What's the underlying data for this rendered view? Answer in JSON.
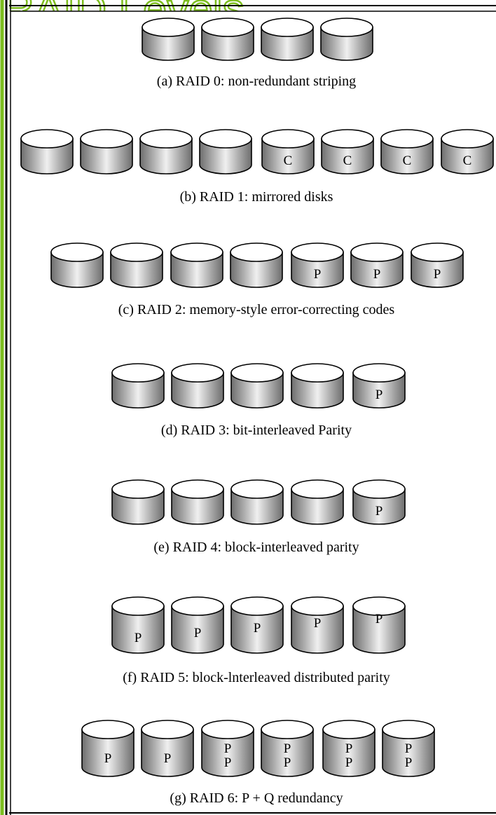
{
  "header_fragment": "RAID Levels",
  "raid_levels": [
    {
      "caption": "(a) RAID 0: non-redundant striping",
      "disks": [
        "",
        "",
        "",
        ""
      ]
    },
    {
      "caption": "(b) RAID 1: mirrored disks",
      "disks": [
        "",
        "",
        "",
        "",
        "C",
        "C",
        "C",
        "C"
      ]
    },
    {
      "caption": "(c) RAID 2: memory-style error-correcting codes",
      "disks": [
        "",
        "",
        "",
        "",
        "P",
        "P",
        "P"
      ]
    },
    {
      "caption": "(d) RAID 3: bit-interleaved Parity",
      "disks": [
        "",
        "",
        "",
        "",
        "P"
      ]
    },
    {
      "caption": "(e) RAID 4: block-interleaved parity",
      "disks": [
        "",
        "",
        "",
        "",
        "P"
      ]
    },
    {
      "caption": "(f) RAID 5: block-lnterleaved distributed parity",
      "disks": [
        "P",
        "P",
        "P",
        "P",
        "P"
      ]
    },
    {
      "caption": "(g) RAID 6: P + Q redundancy",
      "disks": [
        "P",
        "P",
        "P\nP",
        "P\nP",
        "P\nP",
        "P\nP"
      ]
    }
  ]
}
